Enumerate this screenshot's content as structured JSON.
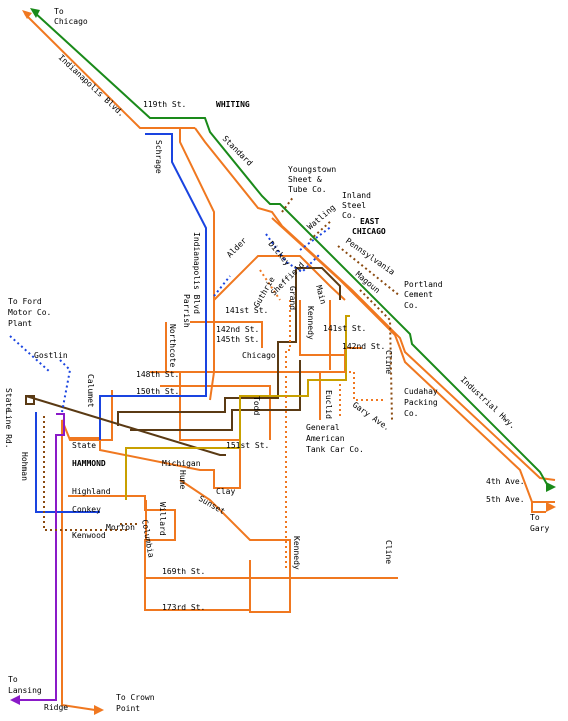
{
  "colors": {
    "background": "#ffffff",
    "orange_route": "#f07820",
    "green_route": "#1a8a1a",
    "blue_route": "#1a44e0",
    "brown_route": "#5a3a14",
    "purple_route": "#8a1ac8",
    "olive_route": "#c8a000",
    "dotted_brown": "#8a4a10",
    "dotted_orange": "#f07820",
    "dotted_blue": "#1a44e0",
    "text": "#000000"
  },
  "labels": {
    "to_chicago_1": "To",
    "to_chicago_2": "Chicago",
    "indianapolis_blvd_nw": "Indianapolis Blvd.",
    "st_119": "119th St.",
    "whiting": "WHITING",
    "schrage": "Schrage",
    "standard": "Standard",
    "youngstown_1": "Youngstown",
    "youngstown_2": "Sheet &",
    "youngstown_3": "Tube Co.",
    "inland_1": "Inland",
    "inland_2": "Steel",
    "inland_3": "Co.",
    "east_chicago_1": "EAST",
    "east_chicago_2": "CHICAGO",
    "watling": "Watling",
    "pennsylvania": "Pennsylvania",
    "portland_1": "Portland",
    "portland_2": "Cement",
    "portland_3": "Co.",
    "indianapolis_blvd": "Indianapolis Blvd",
    "parrish": "Parrish",
    "alder": "Alder",
    "dickey": "Dickey",
    "guthrie": "Guthrie",
    "grand": "Grand",
    "main": "Main",
    "sheffield": "Sheffield",
    "magoun": "Magoun",
    "euclid": "Euclid",
    "to_ford_1": "To Ford",
    "to_ford_2": "Motor Co.",
    "to_ford_3": "Plant",
    "st_141_w": "141st St.",
    "st_141_e": "141st St.",
    "st_142_w": "142nd St.",
    "st_142_e": "142nd St.",
    "st_145": "145th St.",
    "northcote": "Northcote",
    "kennedy_n": "Kennedy",
    "chicago_ave": "Chicago",
    "cline_n": "Cline",
    "gostlin": "Gostlin",
    "calumet": "Calumet",
    "st_148": "148th St.",
    "st_150": "150th St.",
    "state_line_1": "State",
    "state_line_2": "Line Rd.",
    "todd": "Todd",
    "cudahay_1": "Cudahay",
    "cudahay_2": "Packing",
    "cudahay_3": "Co.",
    "gary_ave": "Gary Ave.",
    "gatc_1": "General",
    "gatc_2": "American",
    "gatc_3": "Tank Car Co.",
    "st_151": "151st St.",
    "state": "State",
    "hammond": "HAMMOND",
    "michigan": "Michigan",
    "hohman": "Hohman",
    "hume": "Hume",
    "clay": "Clay",
    "industrial_hwy": "Industrial Hwy.",
    "highland": "Highland",
    "sunset": "Sunset",
    "conkey": "Conkey",
    "morton": "Morton",
    "willard": "Willard",
    "columbia": "Columbia",
    "kenwood": "Kenwood",
    "kennedy_s": "Kennedy",
    "cline_s": "Cline",
    "ave_4": "4th Ave.",
    "ave_5": "5th Ave.",
    "to_gary_1": "To",
    "to_gary_2": "Gary",
    "st_169": "169th St.",
    "st_173": "173rd St.",
    "to_lansing_1": "To",
    "to_lansing_2": "Lansing",
    "ridge": "Ridge",
    "to_crown_1": "To Crown",
    "to_crown_2": "Point"
  }
}
